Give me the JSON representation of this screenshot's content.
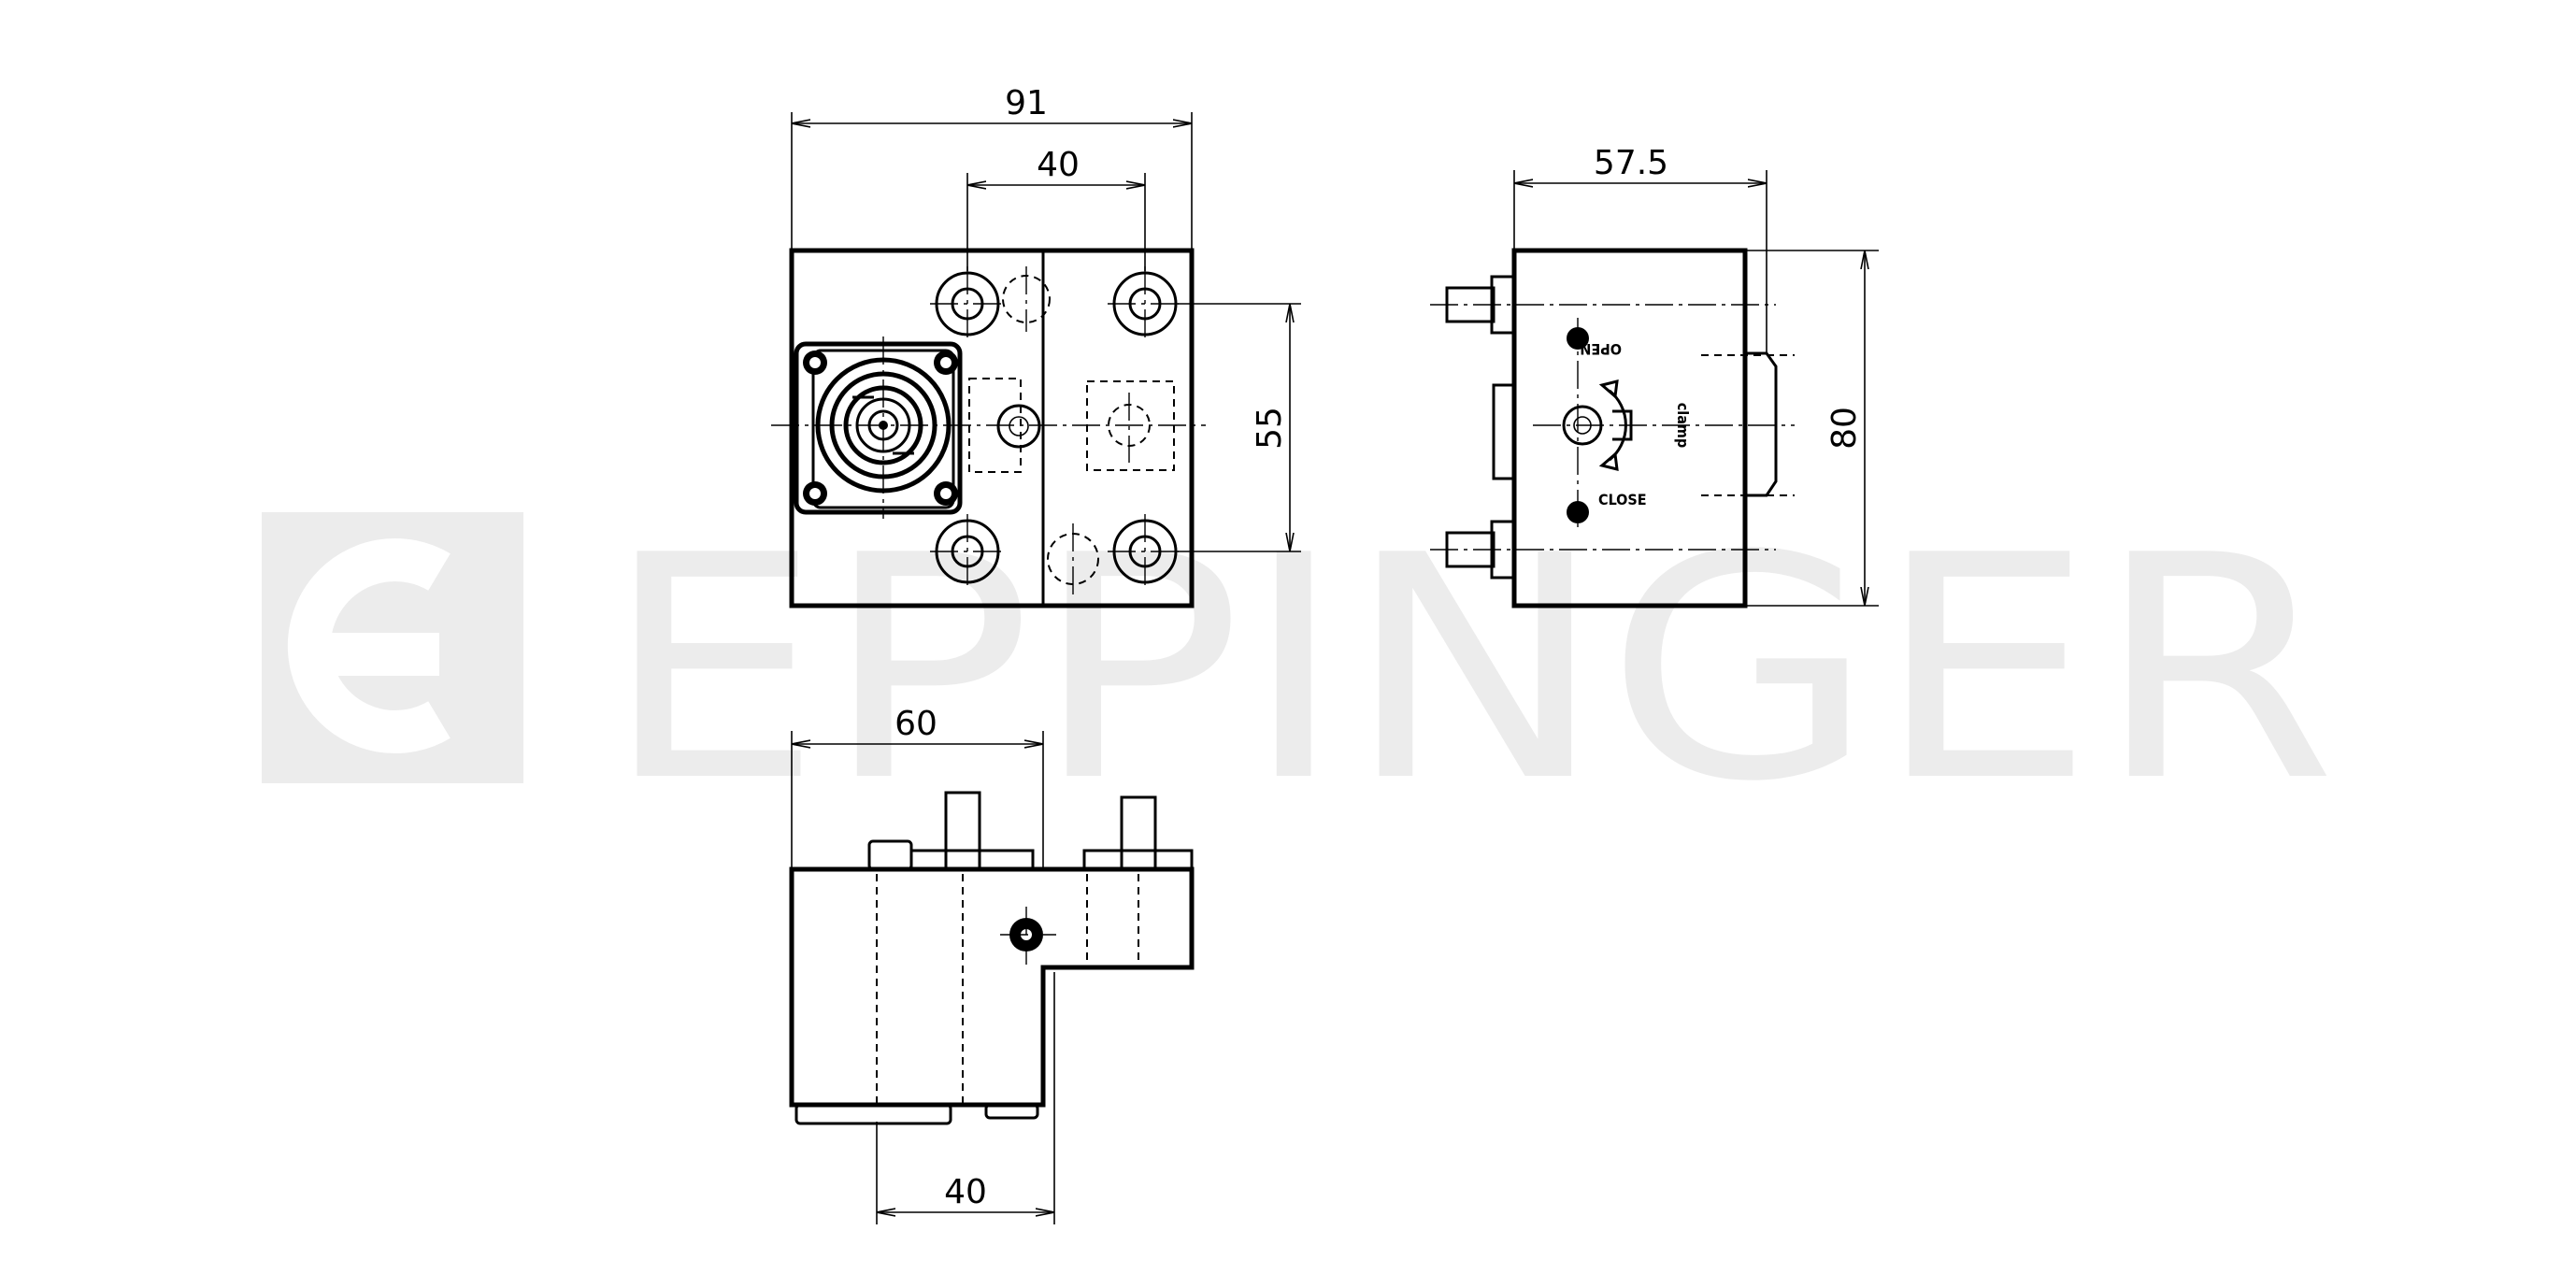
{
  "watermark": {
    "brand": "EPPINGER"
  },
  "dimensions": {
    "front_width": "91",
    "front_hole_spacing": "40",
    "front_height": "55",
    "side_depth": "57.5",
    "side_height": "80",
    "bottom_width": "60",
    "bottom_offset": "40"
  },
  "notes": {
    "open": "OPEN",
    "close": "CLOSE",
    "turn": "clamp"
  }
}
